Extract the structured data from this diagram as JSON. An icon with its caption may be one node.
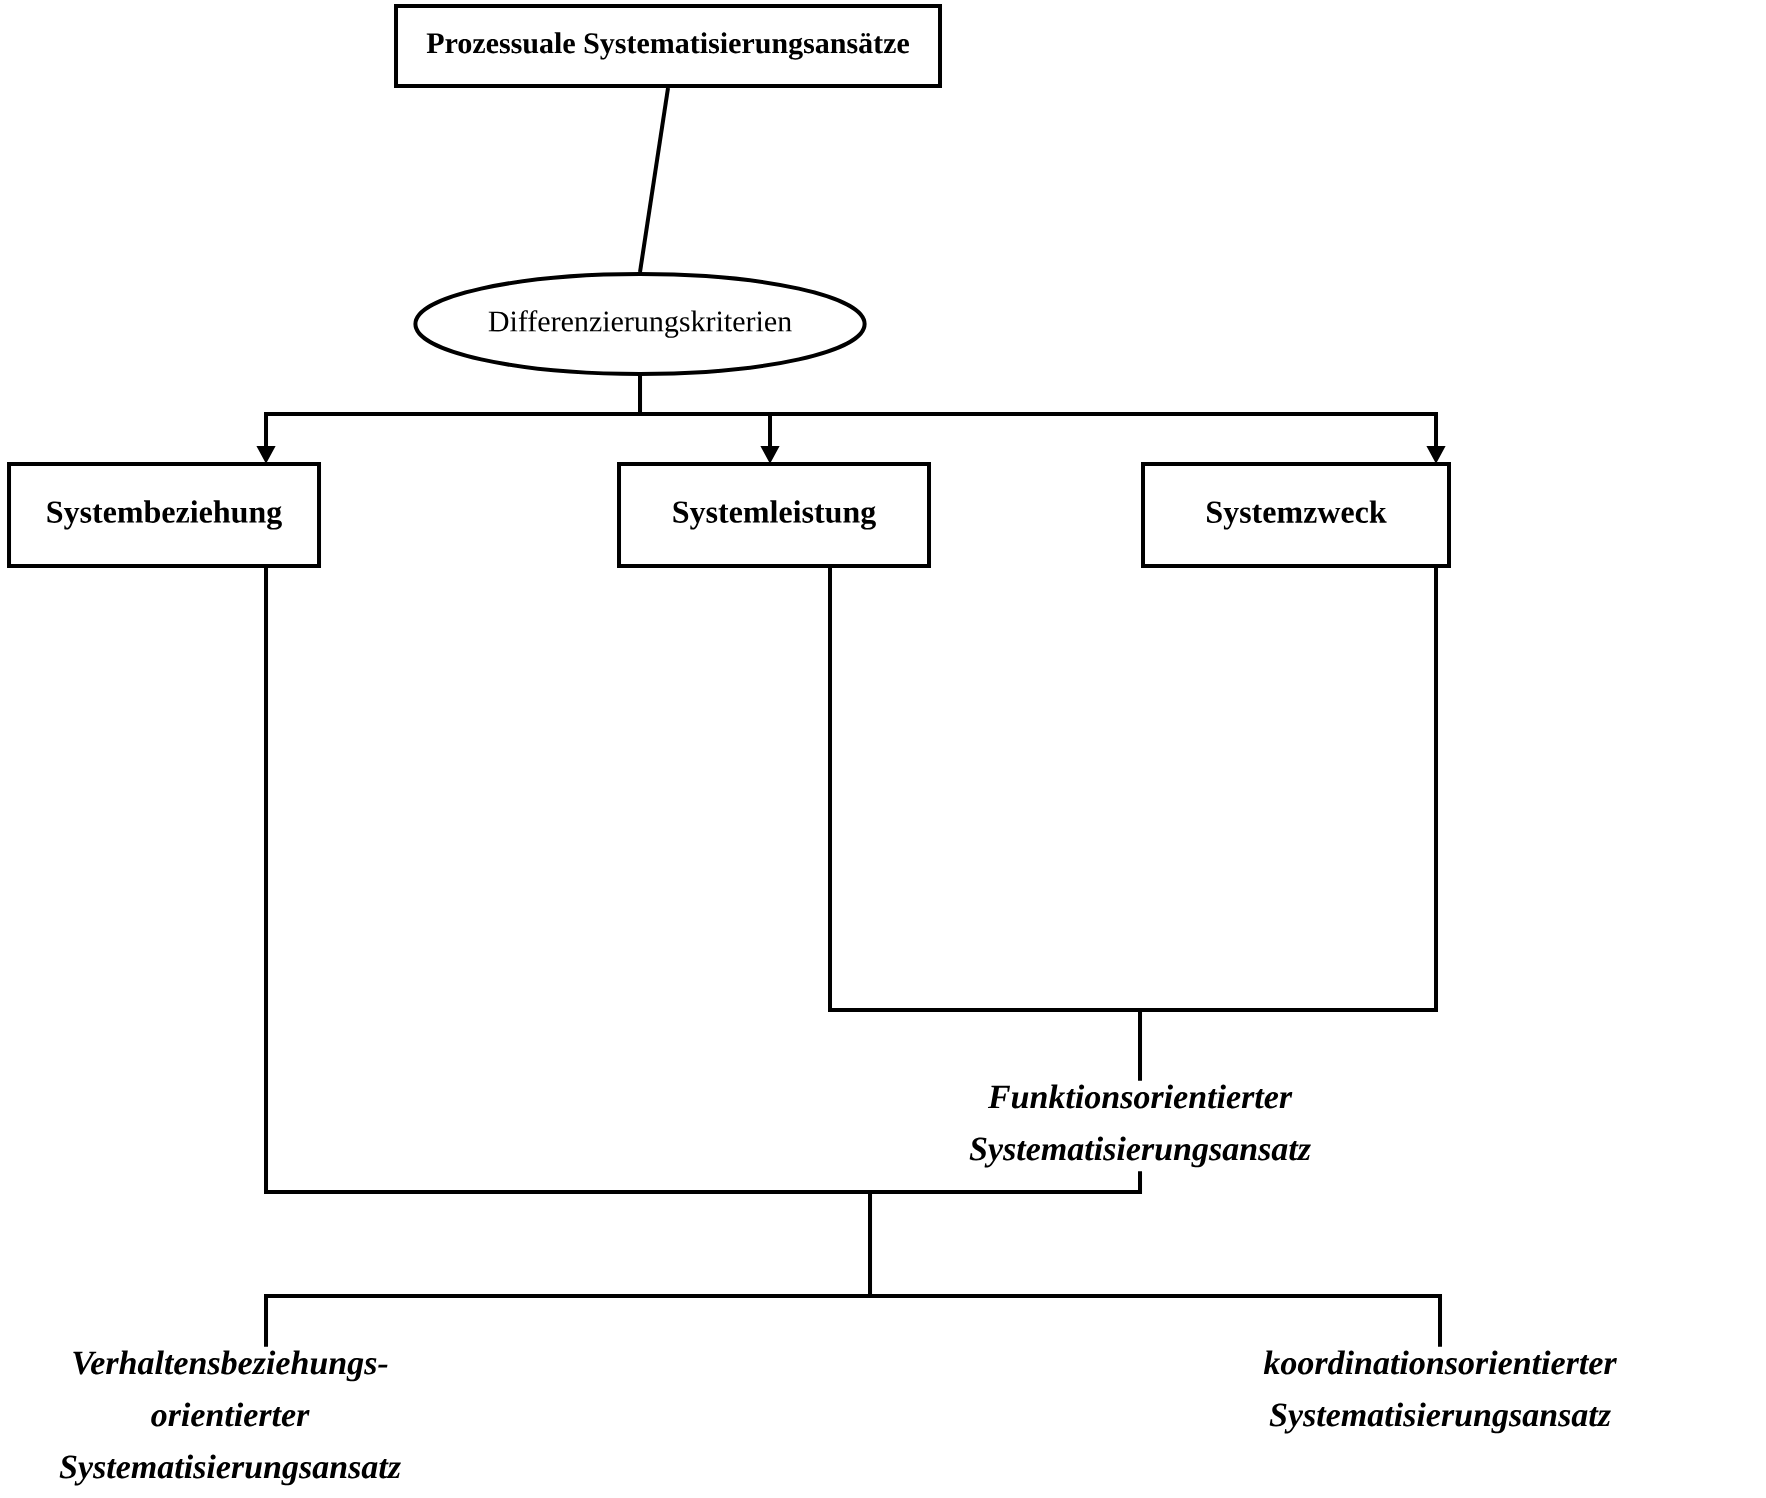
{
  "diagram": {
    "nodes": [
      {
        "text": [
          "Prozessuale Systematisierungsansätze"
        ]
      },
      {
        "text": [
          "Differenzierungskriterien"
        ]
      },
      {
        "text": [
          "Systembeziehung"
        ]
      },
      {
        "text": [
          "Systemleistung"
        ]
      },
      {
        "text": [
          "Systemzweck"
        ]
      },
      {
        "text": [
          "Funktionsorientierter Systematisierungsansatz"
        ]
      },
      {
        "text": [
          "Verhaltensbeziehungs- orientierter Systematisierungsansatz"
        ]
      },
      {
        "text": [
          "koordinationsorientierter Systematisierungsansatz"
        ]
      }
    ],
    "edges": [
      {
        "from": 0,
        "to": 1,
        "arrow": "none"
      },
      {
        "from": 1,
        "to": 2,
        "arrow": "to"
      },
      {
        "from": 1,
        "to": 3,
        "arrow": "to"
      },
      {
        "from": 1,
        "to": 4,
        "arrow": "to"
      },
      {
        "from": 3,
        "to": 5,
        "arrow": "none"
      },
      {
        "from": 4,
        "to": 5,
        "arrow": "none"
      },
      {
        "from": 2,
        "to": 6,
        "arrow": "none"
      },
      {
        "from": 2,
        "to": 7,
        "arrow": "none"
      },
      {
        "from": 5,
        "to": 6,
        "arrow": "none"
      },
      {
        "from": 5,
        "to": 7,
        "arrow": "none"
      }
    ]
  }
}
